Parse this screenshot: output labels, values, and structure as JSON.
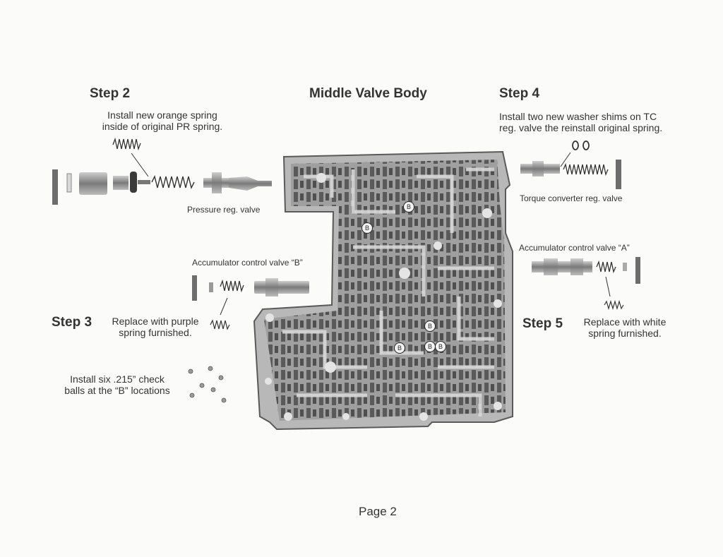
{
  "page": {
    "title": "Middle Valve Body",
    "page_number": "Page 2"
  },
  "step2": {
    "heading": "Step 2",
    "line1": "Install new orange spring",
    "line2": "inside of original PR spring.",
    "part_label": "Pressure reg. valve"
  },
  "step3": {
    "heading": "Step 3",
    "line1": "Replace with purple",
    "line2": "spring furnished.",
    "part_label": "Accumulator control valve “B”"
  },
  "checkballs": {
    "line1": "Install six .215” check",
    "line2": "balls at the “B” locations"
  },
  "step4": {
    "heading": "Step 4",
    "line1": "Install two new washer shims on TC",
    "line2": "reg. valve the reinstall original spring.",
    "part_label": "Torque converter reg. valve"
  },
  "step5": {
    "heading": "Step 5",
    "line1": "Replace with white",
    "line2": "spring furnished.",
    "part_label": "Accumulator control valve “A”"
  },
  "b_marker": "B"
}
